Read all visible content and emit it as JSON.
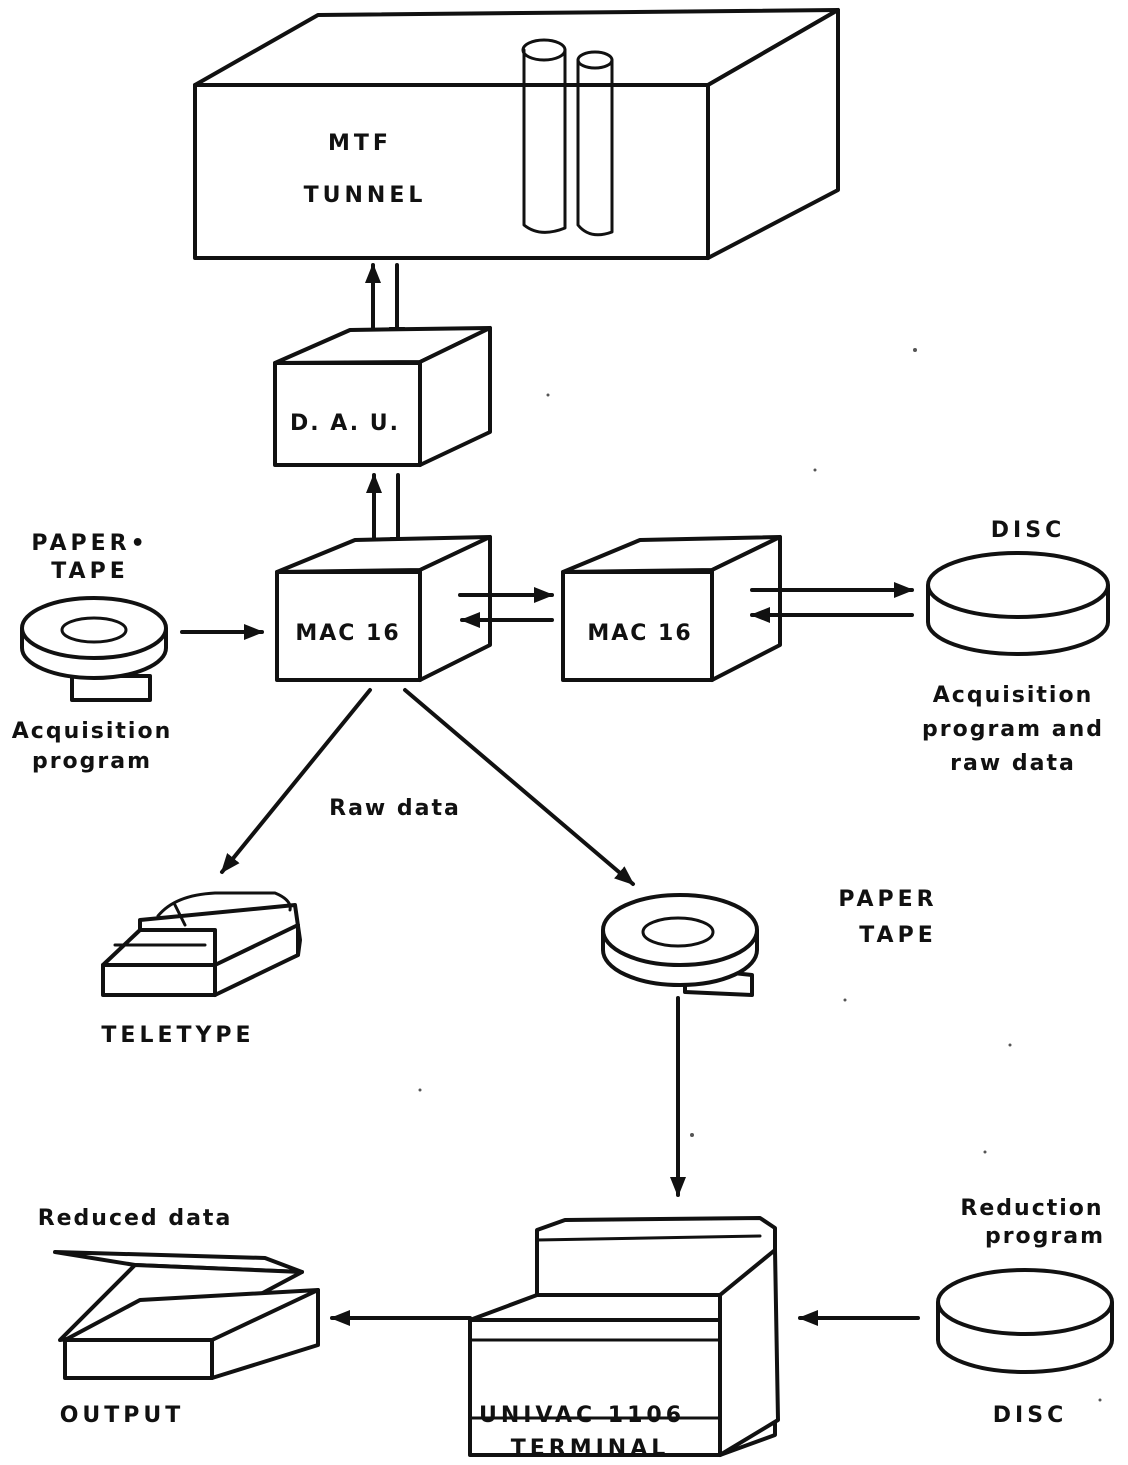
{
  "labels": {
    "tunnel_line1": "MTF",
    "tunnel_line2": "TUNNEL",
    "dau": "D. A. U.",
    "mac_left": "MAC 16",
    "mac_right": "MAC 16",
    "paper_tape_left_line1": "PAPER•",
    "paper_tape_left_line2": "TAPE",
    "acq_program_left_line1": "Acquisition",
    "acq_program_left_line2": "program",
    "disc_top": "DISC",
    "acq_program_right_line1": "Acquisition",
    "acq_program_right_line2": "program and",
    "acq_program_right_line3": "raw data",
    "raw_data": "Raw data",
    "teletype": "TELETYPE",
    "paper_tape_mid_line1": "PAPER",
    "paper_tape_mid_line2": "TAPE",
    "reduced_data": "Reduced data",
    "output": "OUTPUT",
    "univac_line1": "UNIVAC 1106",
    "univac_line2": "TERMINAL",
    "reduction_program_line1": "Reduction",
    "reduction_program_line2": "program",
    "disc_bottom": "DISC"
  },
  "colors": {
    "ink": "#111111",
    "paper": "#ffffff"
  }
}
